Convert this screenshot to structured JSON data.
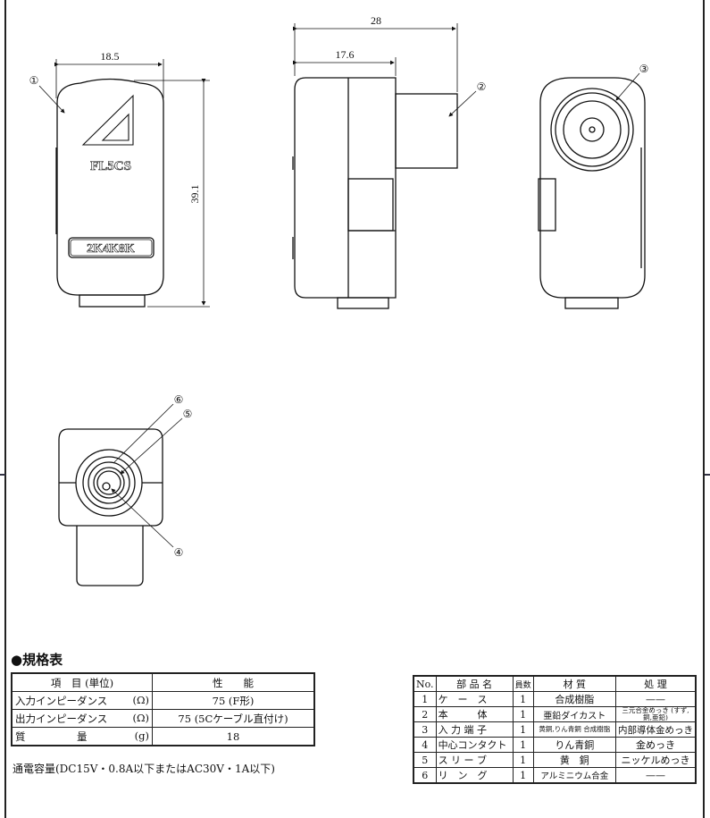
{
  "drawing": {
    "dimensions": {
      "width_front": "18.5",
      "height": "39.1",
      "depth_total": "28",
      "depth_body": "17.6"
    },
    "callouts": [
      "①",
      "②",
      "③",
      "④",
      "⑤",
      "⑥"
    ],
    "model_label": "FL5CS",
    "badge_label": "2K4K8K"
  },
  "spec": {
    "title": "●規格表",
    "header": [
      "項　目 (単位)",
      "性　　能"
    ],
    "rows": [
      {
        "item": "入力インピーダンス",
        "unit": "(Ω)",
        "value": "75 (F形)"
      },
      {
        "item": "出力インピーダンス",
        "unit": "(Ω)",
        "value": "75 (5Cケーブル直付け)"
      },
      {
        "item": "質　　　　　量",
        "unit": "(g)",
        "value": "18"
      }
    ],
    "note": "通電容量(DC15V・0.8A以下またはAC30V・1A以下)"
  },
  "parts": {
    "header": [
      "No.",
      "部 品 名",
      "員数",
      "材 質",
      "処 理"
    ],
    "rows": [
      {
        "no": "1",
        "name": "ケ　ー　ス",
        "qty": "1",
        "material": "合成樹脂",
        "treatment": "——"
      },
      {
        "no": "2",
        "name": "本　　　体",
        "qty": "1",
        "material": "亜鉛ダイカスト",
        "treatment": "三元合金めっき (すず,銅,亜鉛)"
      },
      {
        "no": "3",
        "name": "入 力 端 子",
        "qty": "1",
        "material": "黄銅,りん青銅 合成樹脂",
        "treatment": "内部導体金めっき"
      },
      {
        "no": "4",
        "name": "中心コンタクト",
        "qty": "1",
        "material": "りん青銅",
        "treatment": "金めっき"
      },
      {
        "no": "5",
        "name": "ス リ ー ブ",
        "qty": "1",
        "material": "黄　銅",
        "treatment": "ニッケルめっき"
      },
      {
        "no": "6",
        "name": "リ　ン　グ",
        "qty": "1",
        "material": "アルミニウム合金",
        "treatment": "——"
      }
    ]
  }
}
